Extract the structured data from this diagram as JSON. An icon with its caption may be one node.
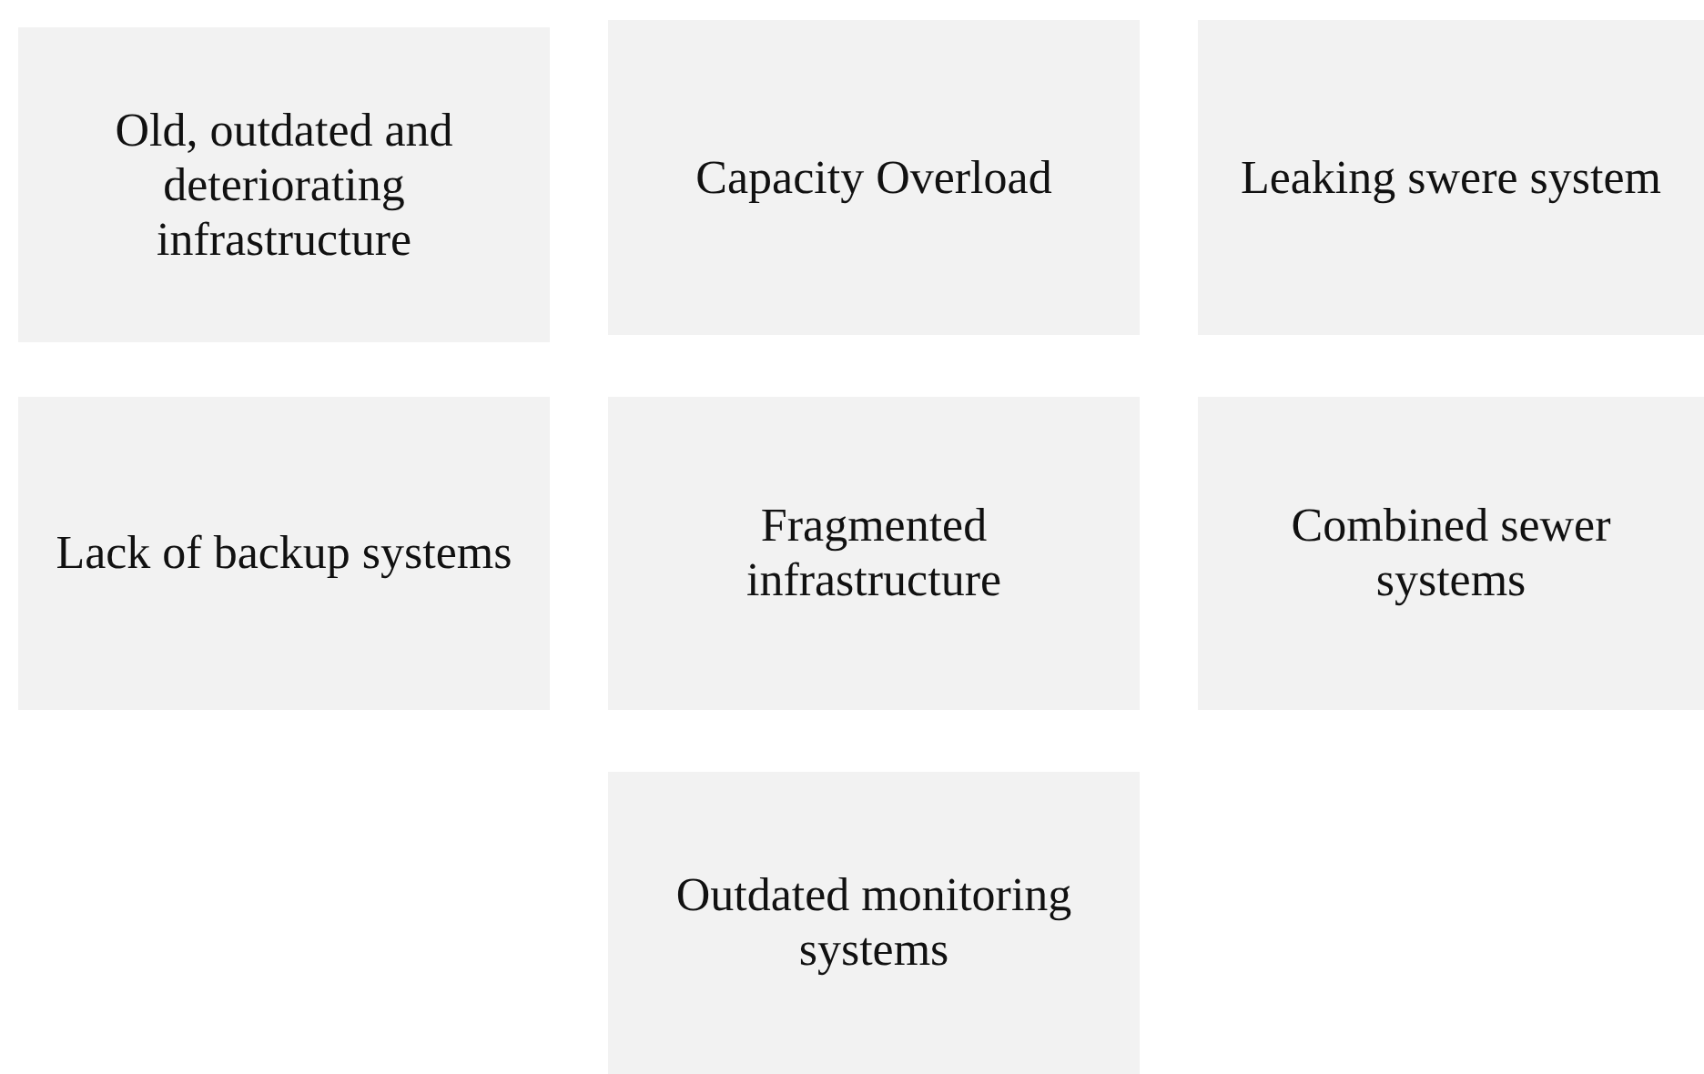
{
  "diagram": {
    "nodes": [
      {
        "text": [
          "Old, outdated and deteriorating infrastructure"
        ]
      },
      {
        "text": [
          "Capacity Overload"
        ]
      },
      {
        "text": [
          "Leaking swere system"
        ]
      },
      {
        "text": [
          "Lack of backup systems"
        ]
      },
      {
        "text": [
          "Fragmented infrastructure"
        ]
      },
      {
        "text": [
          "Combined sewer systems"
        ]
      },
      {
        "text": [
          "Outdated monitoring systems"
        ]
      }
    ]
  }
}
